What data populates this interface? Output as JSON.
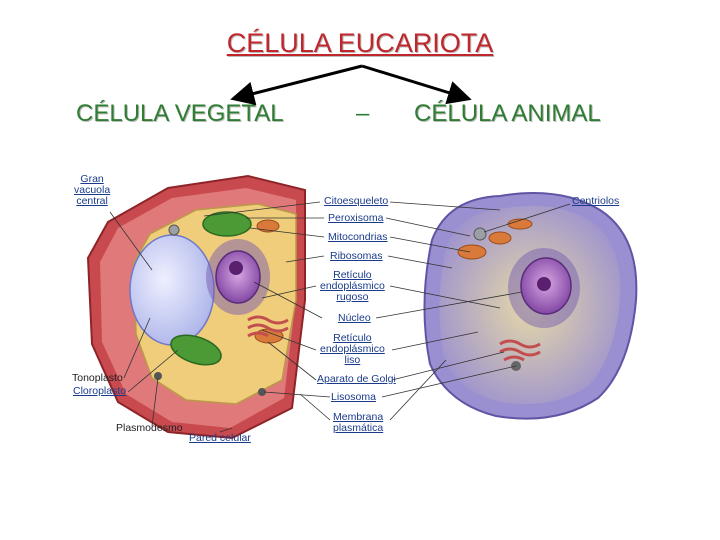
{
  "title": "CÉLULA EUCARIOTA",
  "left_heading": "CÉLULA VEGETAL",
  "separator": "–",
  "right_heading": "CÉLULA ANIMAL",
  "labels": {
    "vacuola": "Gran\nvacuola\ncentral",
    "citoesqueleto": "Citoesqueleto",
    "peroxisoma": "Peroxisoma",
    "mitocondrias": "Mitocondrias",
    "ribosomas": "Ribosomas",
    "reticulo_rugoso": "Retículo\nendoplásmico\nrugoso",
    "nucleo": "Núcleo",
    "reticulo_liso": "Retículo\nendoplásmico\nliso",
    "golgi": "Aparato de Golgi",
    "lisosoma": "Lisosoma",
    "membrana": "Membrana\nplasmática",
    "centriolos": "Centriolos",
    "tonoplasto": "Tonoplasto",
    "cloroplasto": "Cloroplasto",
    "plasmodesmo": "Plasmodesmo",
    "pared": "Pared celular"
  },
  "colors": {
    "title": "#c0272d",
    "headings": "#2e7d32",
    "labels": "#1a3b8a"
  }
}
